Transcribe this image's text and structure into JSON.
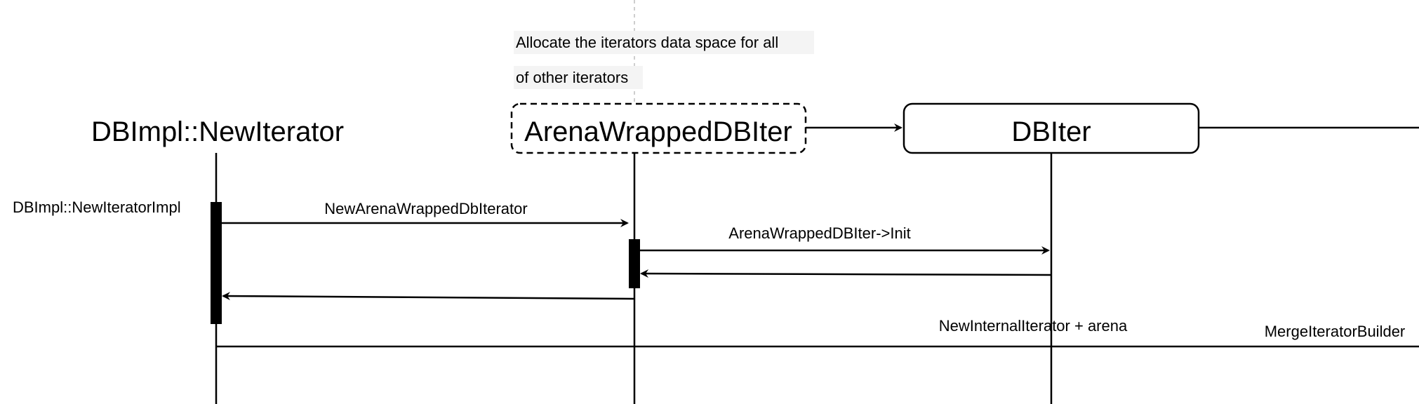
{
  "participants": {
    "dbimpl": "DBImpl::NewIterator",
    "arena": "ArenaWrappedDBIter",
    "dbiter": "DBIter"
  },
  "note": {
    "line1": "Allocate the iterators data space for all",
    "line2": "of other iterators"
  },
  "activation_label": "DBImpl::NewIteratorImpl",
  "messages": {
    "new_arena": "NewArenaWrappedDbIterator",
    "init": "ArenaWrappedDBIter->Init",
    "new_internal": "NewInternalIterator + arena",
    "merge_builder": "MergeIteratorBuilder"
  }
}
